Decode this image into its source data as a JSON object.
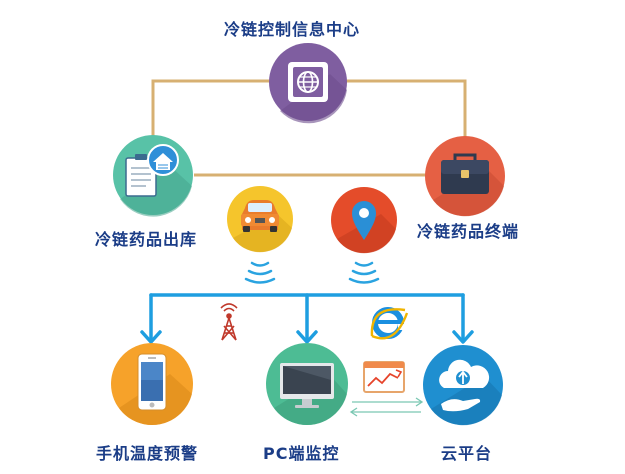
{
  "title": "冷链控制信息中心",
  "nodes": {
    "warehouse_out": "冷链药品出库",
    "terminal": "冷链药品终端",
    "mobile_alert": "手机温度预警",
    "pc_monitor": "PC端监控",
    "cloud": "云平台"
  },
  "icons": {
    "center": "globe-screen-icon",
    "warehouse_out": "clipboard-warehouse-icon",
    "terminal": "briefcase-icon",
    "truck": "delivery-truck-icon",
    "location": "location-pin-icon",
    "mobile": "smartphone-icon",
    "pc": "monitor-icon",
    "cloud": "cloud-upload-hand-icon",
    "tower": "signal-tower-icon",
    "browser": "internet-explorer-icon",
    "trend": "trend-chart-icon"
  },
  "colors": {
    "title_text": "#1b3d87",
    "tree_lines": "#d7b072",
    "blue_lines": "#1e9ee0",
    "center_circle": "#7f5ea0",
    "warehouse_circle": "#58c2a7",
    "terminal_circle": "#e56044",
    "truck_circle": "#f5c52c",
    "location_circle": "#e44c2a",
    "mobile_circle": "#f6a22a",
    "pc_circle": "#4dbc94",
    "cloud_circle": "#1f8fd0"
  }
}
